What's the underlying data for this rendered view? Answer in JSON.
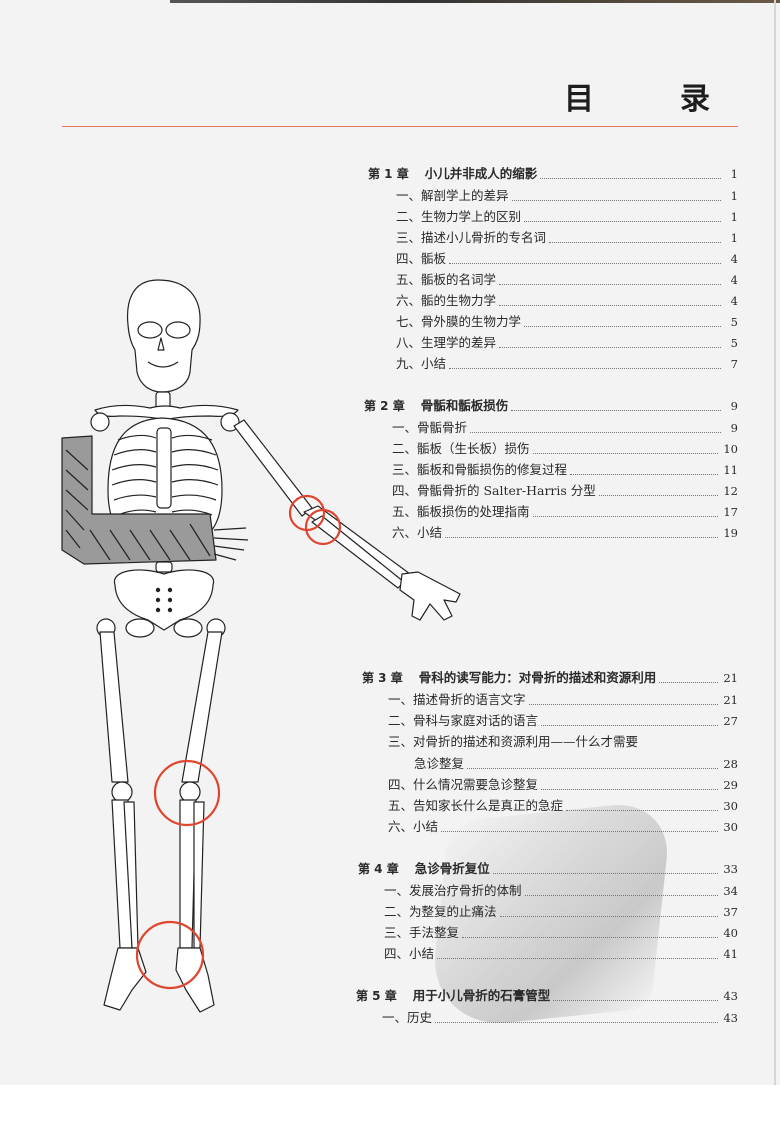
{
  "page": {
    "title": "目　录",
    "accent_color": "#e07a5f",
    "marker_color": "#e0452f"
  },
  "toc": {
    "chapters": [
      {
        "number": "第 1 章",
        "title": "小儿并非成人的缩影",
        "page": "1",
        "sections": [
          {
            "label": "一、解剖学上的差异",
            "page": "1"
          },
          {
            "label": "二、生物力学上的区别",
            "page": "1"
          },
          {
            "label": "三、描述小儿骨折的专名词",
            "page": "1"
          },
          {
            "label": "四、骺板",
            "page": "4"
          },
          {
            "label": "五、骺板的名词学",
            "page": "4"
          },
          {
            "label": "六、骺的生物力学",
            "page": "4"
          },
          {
            "label": "七、骨外膜的生物力学",
            "page": "5"
          },
          {
            "label": "八、生理学的差异",
            "page": "5"
          },
          {
            "label": "九、小结",
            "page": "7"
          }
        ]
      },
      {
        "number": "第 2 章",
        "title": "骨骺和骺板损伤",
        "page": "9",
        "sections": [
          {
            "label": "一、骨骺骨折",
            "page": "9"
          },
          {
            "label": "二、骺板（生长板）损伤",
            "page": "10"
          },
          {
            "label": "三、骺板和骨骺损伤的修复过程",
            "page": "11"
          },
          {
            "label": "四、骨骺骨折的 Salter-Harris 分型",
            "page": "12"
          },
          {
            "label": "五、骺板损伤的处理指南",
            "page": "17"
          },
          {
            "label": "六、小结",
            "page": "19"
          }
        ]
      },
      {
        "number": "第 3 章",
        "title": "骨科的读写能力：对骨折的描述和资源利用",
        "page": "21",
        "sections": [
          {
            "label": "一、描述骨折的语言文字",
            "page": "21"
          },
          {
            "label": "二、骨科与家庭对话的语言",
            "page": "27"
          },
          {
            "label": "三、对骨折的描述和资源利用——什么才需要",
            "continuation": "急诊整复",
            "page": "28"
          },
          {
            "label": "四、什么情况需要急诊整复",
            "page": "29"
          },
          {
            "label": "五、告知家长什么是真正的急症",
            "page": "30"
          },
          {
            "label": "六、小结",
            "page": "30"
          }
        ]
      },
      {
        "number": "第 4 章",
        "title": "急诊骨折复位",
        "page": "33",
        "sections": [
          {
            "label": "一、发展治疗骨折的体制",
            "page": "34"
          },
          {
            "label": "二、为整复的止痛法",
            "page": "37"
          },
          {
            "label": "三、手法整复",
            "page": "40"
          },
          {
            "label": "四、小结",
            "page": "41"
          }
        ]
      },
      {
        "number": "第 5 章",
        "title": "用于小儿骨折的石膏管型",
        "page": "43",
        "sections": [
          {
            "label": "一、历史",
            "page": "43"
          }
        ]
      }
    ]
  },
  "illustration": {
    "subject": "skeleton-with-arm-cast",
    "highlight_circles": [
      "elbow-upper",
      "elbow-lower",
      "left-knee",
      "right-ankle"
    ]
  }
}
